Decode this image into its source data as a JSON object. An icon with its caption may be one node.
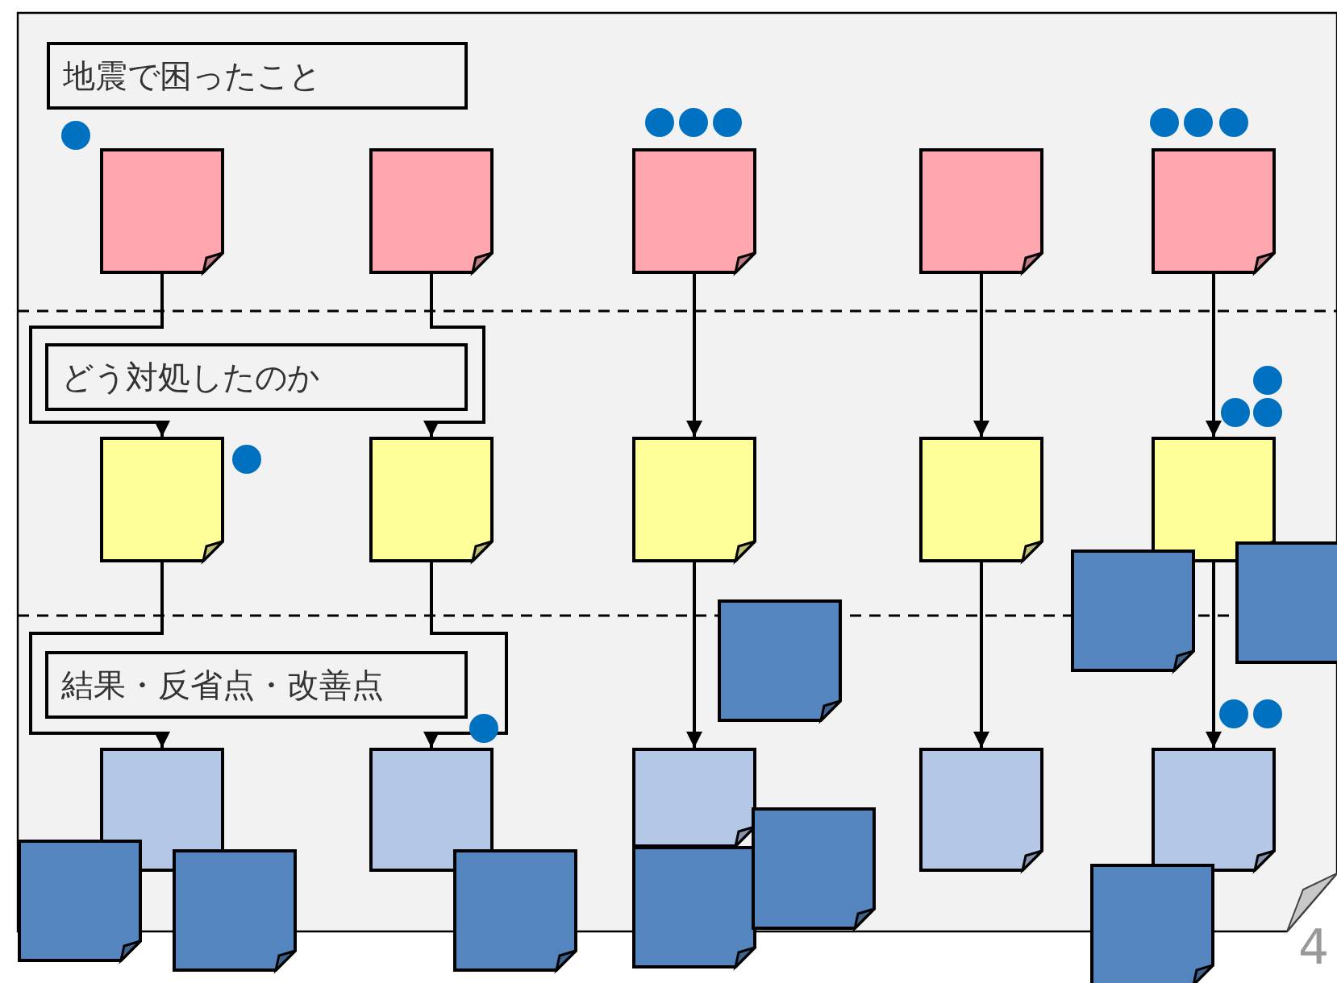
{
  "diagram": {
    "nodes": [
      {
        "text": [
          "地震で困ったこと"
        ]
      },
      {
        "text": [],
        "shape": "box"
      },
      {
        "text": [],
        "shape": "box"
      },
      {
        "text": [],
        "shape": "box"
      },
      {
        "text": [],
        "shape": "box"
      },
      {
        "text": [],
        "shape": "box"
      },
      {
        "text": [
          "どう対処したのか"
        ]
      },
      {
        "text": [],
        "shape": "box"
      },
      {
        "text": [],
        "shape": "box"
      },
      {
        "text": [],
        "shape": "box"
      },
      {
        "text": [],
        "shape": "box"
      },
      {
        "text": [],
        "shape": "box"
      },
      {
        "text": [
          "結果・反省点・改善点"
        ]
      },
      {
        "text": [],
        "shape": "box"
      },
      {
        "text": [],
        "shape": "box"
      },
      {
        "text": [],
        "shape": "box"
      },
      {
        "text": [],
        "shape": "box"
      },
      {
        "text": [],
        "shape": "box"
      },
      {
        "text": [],
        "shape": "box"
      },
      {
        "text": [],
        "shape": "box"
      },
      {
        "text": [],
        "shape": "box"
      },
      {
        "text": [],
        "shape": "box"
      },
      {
        "text": [],
        "shape": "box"
      },
      {
        "text": [],
        "shape": "box"
      },
      {
        "text": [],
        "shape": "box"
      },
      {
        "text": [],
        "shape": "box"
      },
      {
        "text": [],
        "shape": "box"
      }
    ],
    "edges": [
      {
        "from": 1,
        "to": 7,
        "arrow": "to"
      },
      {
        "from": 2,
        "to": 8,
        "arrow": "to"
      },
      {
        "from": 3,
        "to": 9,
        "arrow": "to"
      },
      {
        "from": 4,
        "to": 10,
        "arrow": "to"
      },
      {
        "from": 5,
        "to": 11,
        "arrow": "to"
      },
      {
        "from": 7,
        "to": 13,
        "arrow": "to"
      },
      {
        "from": 8,
        "to": 14,
        "arrow": "to"
      },
      {
        "from": 9,
        "to": 15,
        "arrow": "to"
      },
      {
        "from": 10,
        "to": 16,
        "arrow": "to"
      },
      {
        "from": 11,
        "to": 17,
        "arrow": "to"
      }
    ],
    "labels": [
      "4"
    ]
  }
}
